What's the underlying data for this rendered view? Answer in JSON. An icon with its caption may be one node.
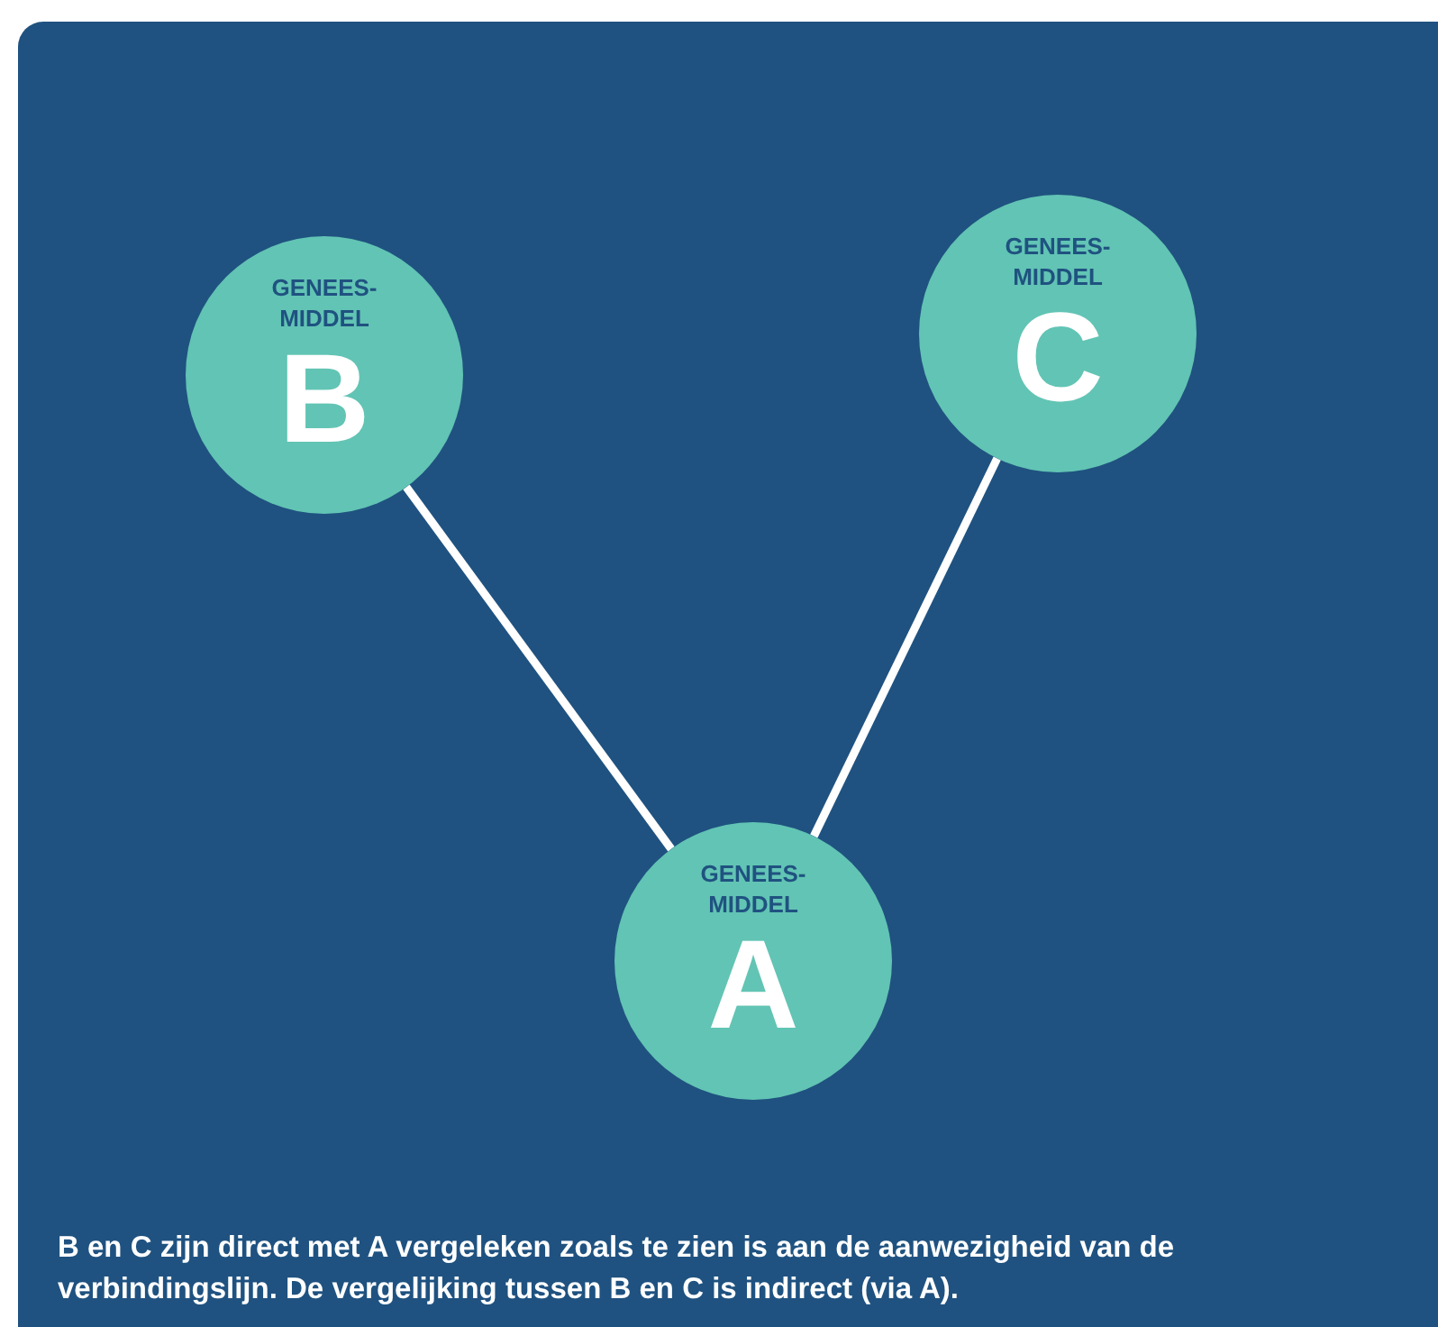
{
  "diagram": {
    "caption": "B en C zijn direct met A vergeleken zoals te zien is aan de aanwezigheid van de verbindingslijn. De vergelijking tussen B en C is indirect (via A).",
    "nodes": [
      {
        "text": [
          "GENEES- MIDDEL",
          "B"
        ]
      },
      {
        "text": [
          "GENEES- MIDDEL",
          "C"
        ]
      },
      {
        "text": [
          "GENEES- MIDDEL",
          "A"
        ]
      }
    ],
    "edges": [
      {
        "from": 0,
        "to": 2,
        "arrow": "none"
      },
      {
        "from": 1,
        "to": 2,
        "arrow": "none"
      }
    ]
  }
}
